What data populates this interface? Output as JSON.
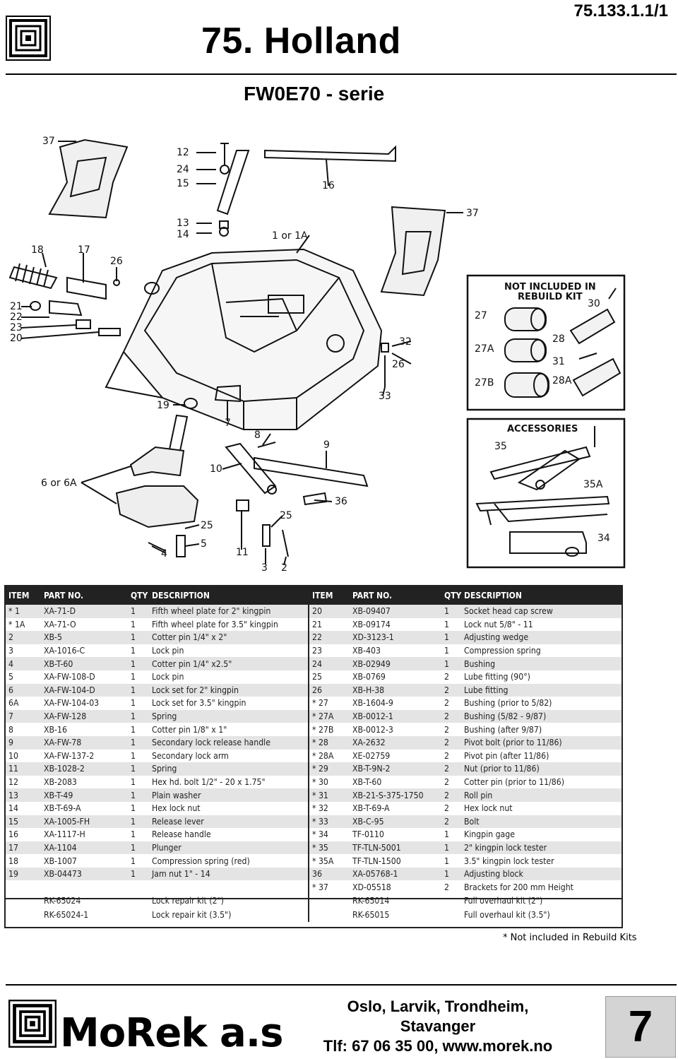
{
  "header": {
    "page_ref": "75.133.1.1/1",
    "title": "75. Holland",
    "subtitle": "FW0E70 - serie"
  },
  "diagram": {
    "callouts": [
      "37",
      "12",
      "24",
      "15",
      "16",
      "13",
      "14",
      "1 or 1A",
      "37",
      "18",
      "17",
      "26",
      "21",
      "22",
      "23",
      "20",
      "32",
      "26",
      "33",
      "19",
      "7",
      "8",
      "9",
      "10",
      "6 or 6A",
      "36",
      "25",
      "5",
      "4",
      "11",
      "25",
      "3",
      "2"
    ],
    "rebuild_box": {
      "title_line1": "NOT INCLUDED IN",
      "title_line2": "REBUILD KIT",
      "labels": [
        "27",
        "27A",
        "27B",
        "30",
        "28",
        "31",
        "28A"
      ]
    },
    "accessories_box": {
      "title": "ACCESSORIES",
      "labels": [
        "35",
        "35A",
        "34"
      ]
    }
  },
  "table": {
    "headers": [
      "ITEM",
      "PART NO.",
      "QTY",
      "DESCRIPTION",
      "ITEM",
      "PART NO.",
      "QTY",
      "DESCRIPTION"
    ],
    "rows": [
      [
        "* 1",
        "XA-71-D",
        "1",
        "Fifth wheel plate for 2\" kingpin",
        "20",
        "XB-09407",
        "1",
        "Socket head cap screw"
      ],
      [
        "* 1A",
        "XA-71-O",
        "1",
        "Fifth wheel plate for 3.5\" kingpin",
        "21",
        "XB-09174",
        "1",
        "Lock nut 5/8\" - 11"
      ],
      [
        "2",
        "XB-5",
        "1",
        "Cotter pin 1/4\" x 2\"",
        "22",
        "XD-3123-1",
        "1",
        "Adjusting wedge"
      ],
      [
        "3",
        "XA-1016-C",
        "1",
        "Lock pin",
        "23",
        "XB-403",
        "1",
        "Compression spring"
      ],
      [
        "4",
        "XB-T-60",
        "1",
        "Cotter pin 1/4\" x2.5\"",
        "24",
        "XB-02949",
        "1",
        "Bushing"
      ],
      [
        "5",
        "XA-FW-108-D",
        "1",
        "Lock pin",
        "25",
        "XB-0769",
        "2",
        "Lube fitting (90°)"
      ],
      [
        "6",
        "XA-FW-104-D",
        "1",
        "Lock set for 2\" kingpin",
        "26",
        "XB-H-38",
        "2",
        "Lube fitting"
      ],
      [
        "6A",
        "XA-FW-104-03",
        "1",
        "Lock set for 3.5\" kingpin",
        "* 27",
        "XB-1604-9",
        "2",
        "Bushing (prior to 5/82)"
      ],
      [
        "7",
        "XA-FW-128",
        "1",
        "Spring",
        "* 27A",
        "XB-0012-1",
        "2",
        "Bushing (5/82 - 9/87)"
      ],
      [
        "8",
        "XB-16",
        "1",
        "Cotter pin 1/8\" x 1\"",
        "* 27B",
        "XB-0012-3",
        "2",
        "Bushing (after 9/87)"
      ],
      [
        "9",
        "XA-FW-78",
        "1",
        "Secondary lock release handle",
        "* 28",
        "XA-2632",
        "2",
        "Pivot bolt (prior to 11/86)"
      ],
      [
        "10",
        "XA-FW-137-2",
        "1",
        "Secondary lock arm",
        "* 28A",
        "XE-02759",
        "2",
        "Pivot pin (after 11/86)"
      ],
      [
        "11",
        "XB-1028-2",
        "1",
        "Spring",
        "* 29",
        "XB-T-9N-2",
        "2",
        "Nut (prior to 11/86)"
      ],
      [
        "12",
        "XB-2083",
        "1",
        "Hex hd. bolt 1/2\" - 20 x 1.75\"",
        "* 30",
        "XB-T-60",
        "2",
        "Cotter pin (prior to 11/86)"
      ],
      [
        "13",
        "XB-T-49",
        "1",
        "Plain washer",
        "* 31",
        "XB-21-S-375-1750",
        "2",
        "Roll pin"
      ],
      [
        "14",
        "XB-T-69-A",
        "1",
        "Hex lock nut",
        "* 32",
        "XB-T-69-A",
        "2",
        "Hex lock nut"
      ],
      [
        "15",
        "XA-1005-FH",
        "1",
        "Release lever",
        "* 33",
        "XB-C-95",
        "2",
        "Bolt"
      ],
      [
        "16",
        "XA-1117-H",
        "1",
        "Release handle",
        "* 34",
        "TF-0110",
        "1",
        "Kingpin gage"
      ],
      [
        "17",
        "XA-1104",
        "1",
        "Plunger",
        "* 35",
        "TF-TLN-5001",
        "1",
        "2\" kingpin lock tester"
      ],
      [
        "18",
        "XB-1007",
        "1",
        "Compression spring (red)",
        "* 35A",
        "TF-TLN-1500",
        "1",
        "3.5\" kingpin lock tester"
      ],
      [
        "19",
        "XB-04473",
        "1",
        "Jam nut 1\" - 14",
        "36",
        "XA-05768-1",
        "1",
        "Adjusting block"
      ],
      [
        "",
        "",
        "",
        "",
        "* 37",
        "XD-05518",
        "2",
        "Brackets for 200 mm Height"
      ]
    ],
    "kits": [
      [
        "RK-65024",
        "Lock repair kit (2\")",
        "RK-65014",
        "Full overhaul kit (2\")"
      ],
      [
        "RK-65024-1",
        "Lock repair kit (3.5\")",
        "RK-65015",
        "Full overhaul kit (3.5\")"
      ]
    ],
    "footnote": "* Not included in Rebuild Kits"
  },
  "footer": {
    "company": "MoRek a.s",
    "contact_line1": "Oslo, Larvik, Trondheim,",
    "contact_line2": "Stavanger",
    "contact_line3": "Tlf: 67 06 35 00, www.morek.no",
    "page_number": "7"
  }
}
